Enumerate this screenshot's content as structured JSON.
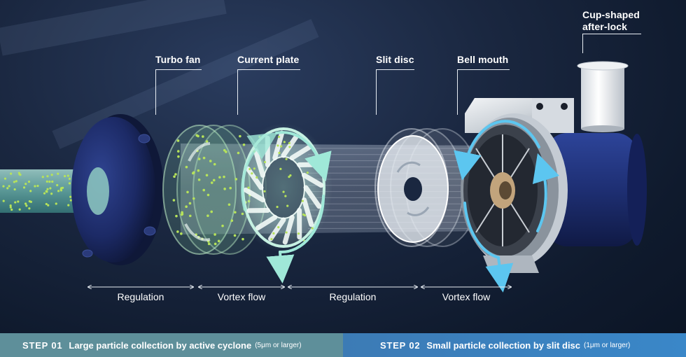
{
  "labels": {
    "turbo_fan": "Turbo fan",
    "current_plate": "Current plate",
    "slit_disc": "Slit disc",
    "bell_mouth": "Bell mouth",
    "cup_line1": "Cup-shaped",
    "cup_line2": "after-lock"
  },
  "dimensions": [
    "Regulation",
    "Vortex flow",
    "Regulation",
    "Vortex flow"
  ],
  "steps": [
    {
      "num": "STEP 01",
      "text": "Large particle collection by active cyclone",
      "note": "(5μm or larger)"
    },
    {
      "num": "STEP 02",
      "text": "Small particle collection by slit disc",
      "note": "(1μm or larger)"
    }
  ],
  "colors": {
    "background": "#1a2740",
    "step1_bar": "#5e8f9a",
    "step2_bar": "#3a87c8",
    "particle_green": "#b6e35a",
    "flow_cyan": "#9fe8d8",
    "flow_blue": "#5cc6f0",
    "housing_navy": "#1d2b66"
  }
}
